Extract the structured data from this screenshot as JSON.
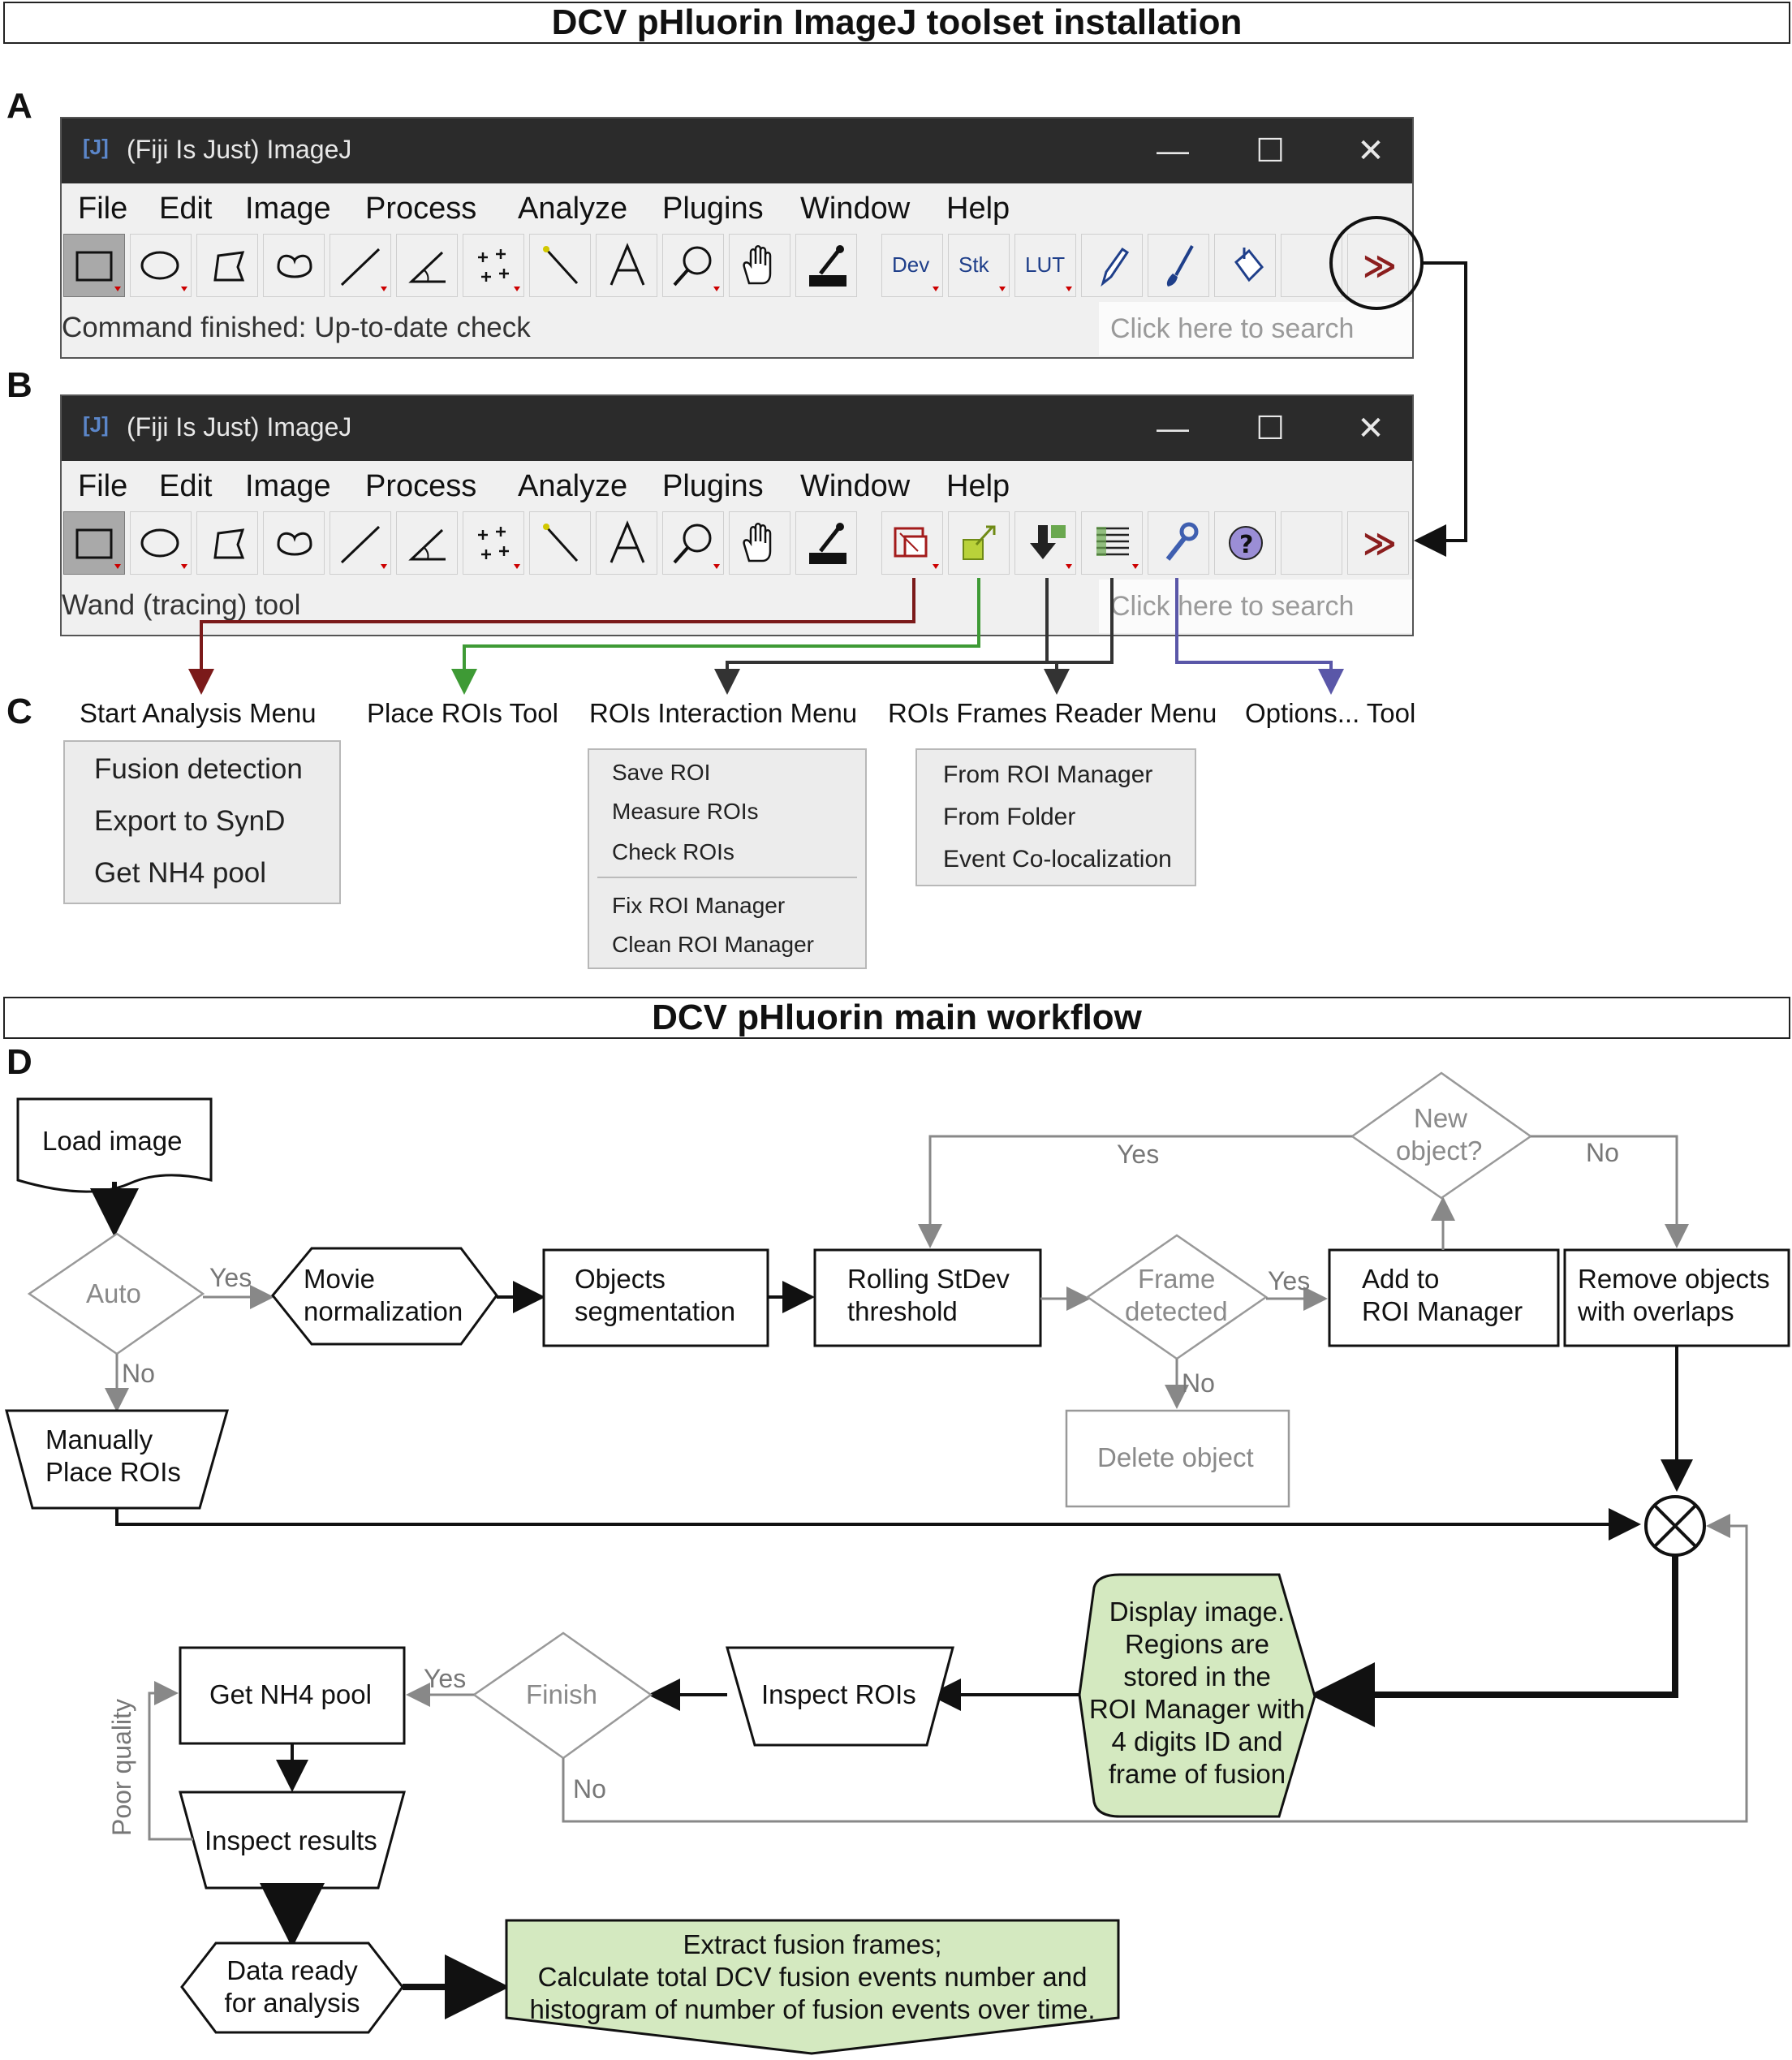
{
  "sections": {
    "installation_title": "DCV pHluorin ImageJ toolset installation",
    "workflow_title": "DCV pHluorin main workflow"
  },
  "panel_letters": {
    "a": "A",
    "b": "B",
    "c": "C",
    "d": "D"
  },
  "imagej_window": {
    "title": "(Fiji Is Just) ImageJ",
    "menus": [
      "File",
      "Edit",
      "Image",
      "Process",
      "Analyze",
      "Plugins",
      "Window",
      "Help"
    ],
    "search_placeholder": "Click here to search",
    "window_a_status": "Command finished: Up-to-date check",
    "window_b_status": "Wand (tracing) tool",
    "toolbar_a_extra": [
      "Dev",
      "Stk",
      "LUT"
    ],
    "more_tools_glyph": "≫"
  },
  "toolset_menus": {
    "start_analysis": {
      "label": "Start Analysis Menu",
      "items": [
        "Fusion detection",
        "Export to SynD",
        "Get NH4 pool"
      ]
    },
    "place_rois": {
      "label": "Place ROIs Tool"
    },
    "rois_interaction": {
      "label": "ROIs Interaction Menu",
      "items": [
        "Save ROI",
        "Measure ROIs",
        "Check ROIs",
        "Fix ROI Manager",
        "Clean ROI Manager"
      ]
    },
    "rois_frames_reader": {
      "label": "ROIs Frames Reader Menu",
      "items": [
        "From ROI Manager",
        "From Folder",
        "Event Co-localization"
      ]
    },
    "options": {
      "label": "Options... Tool"
    }
  },
  "colors": {
    "start_analysis": "#7b1a1a",
    "place_rois": "#3e9a35",
    "rois_interaction": "#333333",
    "rois_frames": "#333333",
    "options": "#5a57a8",
    "green_box": "#d4e9c0",
    "titlebar": "#2b2b2b"
  },
  "workflow": {
    "load_image": "Load image",
    "auto": "Auto",
    "yes": "Yes",
    "no": "No",
    "movie_normalization": [
      "Movie",
      "normalization"
    ],
    "objects_segmentation": [
      "Objects",
      "segmentation"
    ],
    "rolling_stdev": [
      "Rolling StDev",
      "threshold"
    ],
    "frame_detected": [
      "Frame",
      "detected"
    ],
    "add_roi_manager": [
      "Add to",
      "ROI Manager"
    ],
    "new_object": [
      "New",
      "object?"
    ],
    "remove_overlaps": [
      "Remove objects",
      "with overlaps"
    ],
    "delete_object": "Delete object",
    "manually_place": [
      "Manually",
      "Place ROIs"
    ],
    "display_image": [
      "Display image.",
      "Regions are",
      "stored in the",
      "ROI Manager with",
      "4 digits ID and",
      "frame of fusion"
    ],
    "inspect_rois": "Inspect ROIs",
    "finish": "Finish",
    "get_nh4_pool": "Get NH4 pool",
    "inspect_results": "Inspect results",
    "poor_quality": "Poor quality",
    "data_ready": [
      "Data ready",
      "for analysis"
    ],
    "extract": [
      "Extract fusion frames;",
      "Calculate total DCV fusion events number and",
      "histogram of number of fusion events over time."
    ]
  }
}
